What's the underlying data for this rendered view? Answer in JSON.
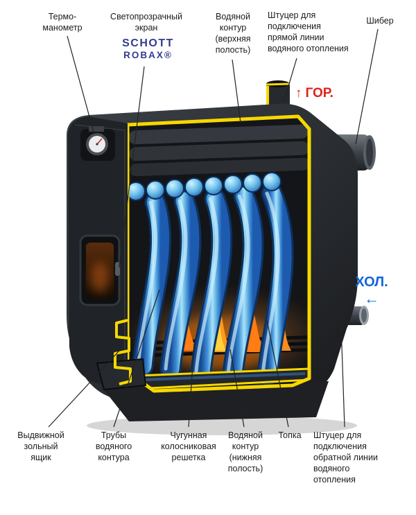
{
  "colors": {
    "cut_edge_yellow": "#f6d800",
    "hot_red": "#e32219",
    "cold_blue": "#1565d8",
    "schott_blue": "#333b8f",
    "water_blue": "#3f8fd8",
    "body_dark": "#2c2f33",
    "flame_orange": "#ff7d12"
  },
  "brand": {
    "schott": "SCHOTT",
    "robax": "ROBAX®"
  },
  "flow": {
    "hot": {
      "arrow": "↑",
      "label": "ГОР."
    },
    "cold": {
      "label": "ХОЛ.",
      "arrow": "←"
    }
  },
  "labels": {
    "thermo_manometer": "Термо-\nманометр",
    "transparent_screen": "Светопрозрачный\nэкран",
    "water_circuit_top": "Водяной\nконтур\n(верхняя\nполость)",
    "supply_fitting": "Штуцер для\nподключения\nпрямой линии\nводяного отопления",
    "damper": "Шибер",
    "ash_box": "Выдвижной\nзольный\nящик",
    "water_pipes": "Трубы\nводяного\nконтура",
    "grate": "Чугунная\nколосниковая\nрешетка",
    "water_circuit_bottom": "Водяной\nконтур\n(нижняя\nполость)",
    "firebox": "Топка",
    "return_fitting": "Штуцер для\nподключения\nобратной линии\nводяного\nотопления"
  }
}
